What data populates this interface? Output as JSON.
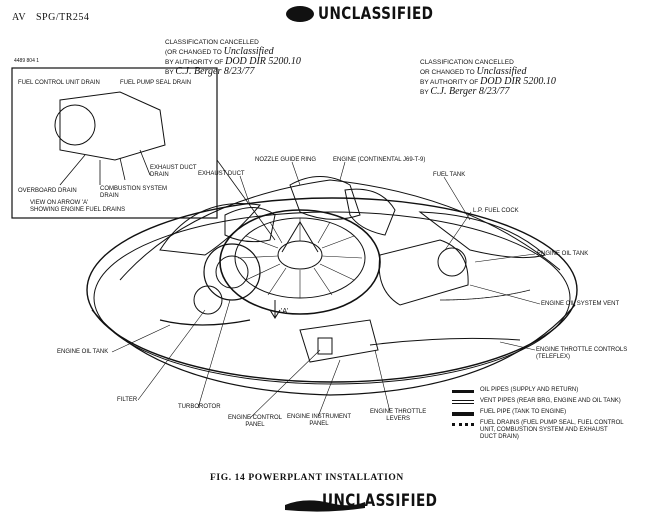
{
  "header": {
    "prefix": "AV",
    "doc_id": "SPG/TR254",
    "top_unclassified": "UNCLASSIFIED",
    "bottom_unclassified": "UNCLASSIFIED",
    "small_number": "4489 804 1"
  },
  "stamp_left": {
    "line1": "CLASSIFICATION CANCELLED",
    "line2": "(OR CHANGED TO",
    "line2_hand": "Unclassified",
    "line3": "BY AUTHORITY OF",
    "line3_hand": "DOD DIR 5200.10",
    "line4": "BY",
    "line4_hand": "C.J. Berger   8/23/77"
  },
  "stamp_right": {
    "line1": "CLASSIFICATION CANCELLED",
    "line2": "OR CHANGED TO",
    "line2_hand": "Unclassified",
    "line3": "BY AUTHORITY OF",
    "line3_hand": "DOD DIR 5200.10",
    "line4": "BY",
    "line4_hand": "C.J. Berger   8/23/77"
  },
  "inset": {
    "labels": {
      "fuel_control_unit_drain": "FUEL CONTROL UNIT DRAIN",
      "fuel_pump_seal_drain": "FUEL PUMP SEAL DRAIN",
      "exhaust_duct_drain": "EXHAUST DUCT\nDRAIN",
      "overboard_drain": "OVERBOARD DRAIN",
      "combustion_system_drain": "COMBUSTION SYSTEM\nDRAIN"
    },
    "caption": "VIEW ON ARROW 'A'\nSHOWING ENGINE FUEL DRAINS"
  },
  "labels": {
    "nozzle_guide_ring": "NOZZLE GUIDE RING",
    "engine_continental": "ENGINE (CONTINENTAL J69-T-9)",
    "exhaust_duct": "EXHAUST DUCT",
    "fuel_tank": "FUEL TANK",
    "lp_fuel_cock": "L.P. FUEL COCK",
    "engine_oil_tank_right": "ENGINE OIL TANK",
    "engine_oil_system_vent": "ENGINE OIL SYSTEM VENT",
    "engine_throttle_controls": "ENGINE THROTTLE CONTROLS\n(TELEFLEX)",
    "engine_oil_tank_left": "ENGINE OIL TANK",
    "filter": "FILTER",
    "turborotor": "TURBOROTOR",
    "engine_control_panel": "ENGINE CONTROL\nPANEL",
    "engine_instrument_panel": "ENGINE INSTRUMENT\nPANEL",
    "engine_throttle_levers": "ENGINE THROTTLE\nLEVERS",
    "arrow_a": "'A'"
  },
  "legend": [
    {
      "label": "OIL PIPES (SUPPLY AND RETURN)",
      "style": "solid"
    },
    {
      "label": "VENT PIPES (REAR BRG, ENGINE AND OIL TANK)",
      "style": "double"
    },
    {
      "label": "FUEL PIPE (TANK TO ENGINE)",
      "style": "thick"
    },
    {
      "label": "FUEL DRAINS (FUEL PUMP SEAL, FUEL CONTROL\nUNIT, COMBUSTION SYSTEM AND EXHAUST\nDUCT DRAIN)",
      "style": "dotted"
    }
  ],
  "caption": "FIG. 14   POWERPLANT INSTALLATION",
  "colors": {
    "ink": "#111111",
    "paper": "#ffffff"
  }
}
